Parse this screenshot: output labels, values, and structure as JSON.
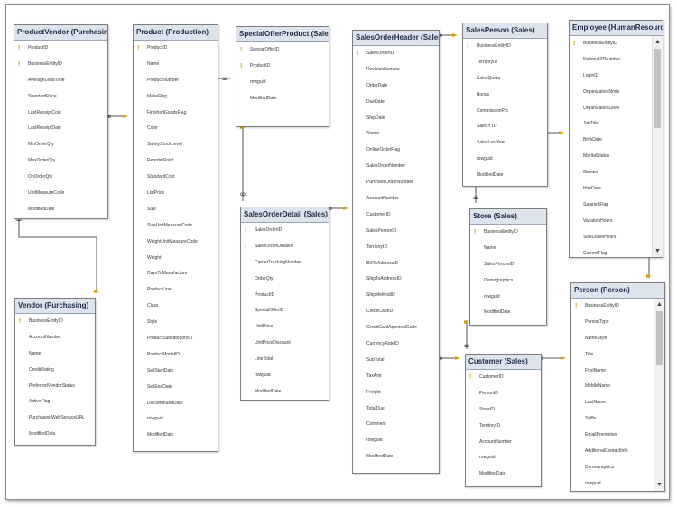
{
  "tables": [
    {
      "title": "ProductVendor (Purchasing)",
      "columns": [
        {
          "name": "ProductID",
          "key": true
        },
        {
          "name": "BusinessEntityID",
          "key": true
        },
        {
          "name": "AverageLeadTime"
        },
        {
          "name": "StandardPrice"
        },
        {
          "name": "LastReceiptCost"
        },
        {
          "name": "LastReceiptDate"
        },
        {
          "name": "MinOrderQty"
        },
        {
          "name": "MaxOrderQty"
        },
        {
          "name": "OnOrderQty"
        },
        {
          "name": "UnitMeasureCode"
        },
        {
          "name": "ModifiedDate"
        }
      ]
    },
    {
      "title": "Product (Production)",
      "columns": [
        {
          "name": "ProductID",
          "key": true
        },
        {
          "name": "Name"
        },
        {
          "name": "ProductNumber"
        },
        {
          "name": "MakeFlag"
        },
        {
          "name": "FinishedGoodsFlag"
        },
        {
          "name": "Color"
        },
        {
          "name": "SafetyStockLevel"
        },
        {
          "name": "ReorderPoint"
        },
        {
          "name": "StandardCost"
        },
        {
          "name": "ListPrice"
        },
        {
          "name": "Size"
        },
        {
          "name": "SizeUnitMeasureCode"
        },
        {
          "name": "WeightUnitMeasureCode"
        },
        {
          "name": "Weight"
        },
        {
          "name": "DaysToManufacture"
        },
        {
          "name": "ProductLine"
        },
        {
          "name": "Class"
        },
        {
          "name": "Style"
        },
        {
          "name": "ProductSubcategoryID"
        },
        {
          "name": "ProductModelID"
        },
        {
          "name": "SellStartDate"
        },
        {
          "name": "SellEndDate"
        },
        {
          "name": "DiscontinuedDate"
        },
        {
          "name": "rowguid"
        },
        {
          "name": "ModifiedDate"
        }
      ]
    },
    {
      "title": "SpecialOfferProduct (Sales)",
      "columns": [
        {
          "name": "SpecialOfferID",
          "key": true
        },
        {
          "name": "ProductID",
          "key": true
        },
        {
          "name": "rowguid"
        },
        {
          "name": "ModifiedDate"
        }
      ]
    },
    {
      "title": "SalesOrderHeader (Sales)",
      "columns": [
        {
          "name": "SalesOrderID",
          "key": true
        },
        {
          "name": "RevisionNumber"
        },
        {
          "name": "OrderDate"
        },
        {
          "name": "DueDate"
        },
        {
          "name": "ShipDate"
        },
        {
          "name": "Status"
        },
        {
          "name": "OnlineOrderFlag"
        },
        {
          "name": "SalesOrderNumber"
        },
        {
          "name": "PurchaseOrderNumber"
        },
        {
          "name": "AccountNumber"
        },
        {
          "name": "CustomerID"
        },
        {
          "name": "SalesPersonID"
        },
        {
          "name": "TerritoryID"
        },
        {
          "name": "BillToAddressID"
        },
        {
          "name": "ShipToAddressID"
        },
        {
          "name": "ShipMethodID"
        },
        {
          "name": "CreditCardID"
        },
        {
          "name": "CreditCardApprovalCode"
        },
        {
          "name": "CurrencyRateID"
        },
        {
          "name": "SubTotal"
        },
        {
          "name": "TaxAmt"
        },
        {
          "name": "Freight"
        },
        {
          "name": "TotalDue"
        },
        {
          "name": "Comment"
        },
        {
          "name": "rowguid"
        },
        {
          "name": "ModifiedDate"
        }
      ]
    },
    {
      "title": "SalesPerson (Sales)",
      "columns": [
        {
          "name": "BusinessEntityID",
          "key": true
        },
        {
          "name": "TerritoryID"
        },
        {
          "name": "SalesQuota"
        },
        {
          "name": "Bonus"
        },
        {
          "name": "CommissionPct"
        },
        {
          "name": "SalesYTD"
        },
        {
          "name": "SalesLastYear"
        },
        {
          "name": "rowguid"
        },
        {
          "name": "ModifiedDate"
        }
      ]
    },
    {
      "title": "Employee (HumanResources)",
      "scroll": true,
      "columns": [
        {
          "name": "BusinessEntityID",
          "key": true
        },
        {
          "name": "NationalIDNumber"
        },
        {
          "name": "LoginID"
        },
        {
          "name": "OrganizationNode"
        },
        {
          "name": "OrganizationLevel"
        },
        {
          "name": "JobTitle"
        },
        {
          "name": "BirthDate"
        },
        {
          "name": "MaritalStatus"
        },
        {
          "name": "Gender"
        },
        {
          "name": "HireDate"
        },
        {
          "name": "SalariedFlag"
        },
        {
          "name": "VacationHours"
        },
        {
          "name": "SickLeaveHours"
        },
        {
          "name": "CurrentFlag"
        }
      ]
    },
    {
      "title": "Vendor (Purchasing)",
      "columns": [
        {
          "name": "BusinessEntityID",
          "key": true
        },
        {
          "name": "AccountNumber"
        },
        {
          "name": "Name"
        },
        {
          "name": "CreditRating"
        },
        {
          "name": "PreferredVendorStatus"
        },
        {
          "name": "ActiveFlag"
        },
        {
          "name": "PurchasingWebServiceURL"
        },
        {
          "name": "ModifiedDate"
        }
      ]
    },
    {
      "title": "SalesOrderDetail (Sales)",
      "columns": [
        {
          "name": "SalesOrderID",
          "key": true
        },
        {
          "name": "SalesOrderDetailID",
          "key": true
        },
        {
          "name": "CarrierTrackingNumber"
        },
        {
          "name": "OrderQty"
        },
        {
          "name": "ProductID"
        },
        {
          "name": "SpecialOfferID"
        },
        {
          "name": "UnitPrice"
        },
        {
          "name": "UnitPriceDiscount"
        },
        {
          "name": "LineTotal"
        },
        {
          "name": "rowguid"
        },
        {
          "name": "ModifiedDate"
        }
      ]
    },
    {
      "title": "Store (Sales)",
      "columns": [
        {
          "name": "BusinessEntityID",
          "key": true
        },
        {
          "name": "Name"
        },
        {
          "name": "SalesPersonID"
        },
        {
          "name": "Demographics"
        },
        {
          "name": "rowguid"
        },
        {
          "name": "ModifiedDate"
        }
      ]
    },
    {
      "title": "Customer (Sales)",
      "columns": [
        {
          "name": "CustomerID",
          "key": true
        },
        {
          "name": "PersonID"
        },
        {
          "name": "StoreID"
        },
        {
          "name": "TerritoryID"
        },
        {
          "name": "AccountNumber"
        },
        {
          "name": "rowguid"
        },
        {
          "name": "ModifiedDate"
        }
      ]
    },
    {
      "title": "Person (Person)",
      "scroll": true,
      "columns": [
        {
          "name": "BusinessEntityID",
          "key": true
        },
        {
          "name": "PersonType"
        },
        {
          "name": "NameStyle"
        },
        {
          "name": "Title"
        },
        {
          "name": "FirstName"
        },
        {
          "name": "MiddleName"
        },
        {
          "name": "LastName"
        },
        {
          "name": "Suffix"
        },
        {
          "name": "EmailPromotion"
        },
        {
          "name": "AdditionalContactInfo"
        },
        {
          "name": "Demographics"
        },
        {
          "name": "rowguid"
        }
      ]
    }
  ],
  "colors": {
    "line": "#555555",
    "key_end": "#d4a500",
    "title_bg": "#dde4ee"
  }
}
